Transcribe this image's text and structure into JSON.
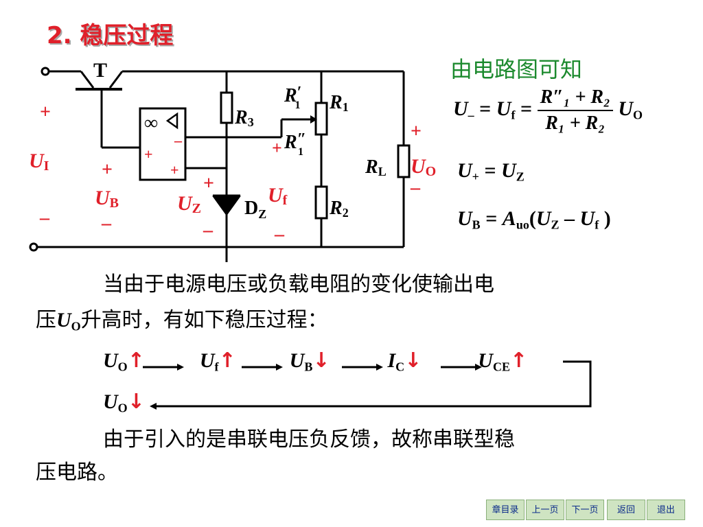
{
  "title": "2. 稳压过程",
  "circuit": {
    "transistor": "T",
    "opamp": "∞",
    "minus": "–",
    "plus": "+",
    "R3": "R",
    "R3_sub": "3",
    "R1": "R",
    "R1_sub": "1",
    "R1p": "R",
    "R1p_prime": "′",
    "R1p_sub": "1",
    "R1pp": "R",
    "R1pp_prime": "″",
    "R1pp_sub": "1",
    "RL": "R",
    "RL_sub": "L",
    "R2": "R",
    "R2_sub": "2",
    "DZ": "D",
    "DZ_sub": "Z",
    "UI": "U",
    "UI_sub": "I",
    "UB": "U",
    "UB_sub": "B",
    "UZ": "U",
    "UZ_sub": "Z",
    "Uf": "U",
    "Uf_sub": "f",
    "UO": "U",
    "UO_sub": "O"
  },
  "analysis_head": "由电路图可知",
  "equations": {
    "eq1_lhs": "U",
    "eq1_lhs_sub": "–",
    "eq1_mid": "U",
    "eq1_mid_sub": "f",
    "eq1_num": "R″₁ + R₂",
    "eq1_den": "R₁ + R₂",
    "eq1_rhs": "U",
    "eq1_rhs_sub": "O",
    "eq2_lhs": "U",
    "eq2_lhs_sub": "+",
    "eq2_rhs": "U",
    "eq2_rhs_sub": "Z",
    "eq3_lhs": "U",
    "eq3_lhs_sub": "B",
    "eq3_A": "A",
    "eq3_A_sub": "uo",
    "eq3_u1": "U",
    "eq3_u1_sub": "Z",
    "eq3_u2": "U",
    "eq3_u2_sub": "f"
  },
  "paragraph1_line1": "当由于电源电压或负载电阻的变化使输出电",
  "paragraph1_line2_pre": "压",
  "paragraph1_line2_post": "升高时，有如下稳压过程：",
  "paragraph1_U": "U",
  "paragraph1_U_sub": "O",
  "chain": [
    {
      "sym": "U",
      "sub": "O",
      "dir": "↑"
    },
    {
      "sym": "U",
      "sub": "f",
      "dir": "↑"
    },
    {
      "sym": "U",
      "sub": "B",
      "dir": "↓"
    },
    {
      "sym": "I",
      "sub": "C",
      "dir": "↓"
    },
    {
      "sym": "U",
      "sub": "CE",
      "dir": "↑"
    }
  ],
  "chain_result": {
    "sym": "U",
    "sub": "O",
    "dir": "↓"
  },
  "paragraph2_line1": "由于引入的是串联电压负反馈，故称串联型稳",
  "paragraph2_line2": "压电路。",
  "nav": {
    "chapter": "章目录",
    "prev": "上一页",
    "next": "下一页",
    "back": "返回",
    "exit": "退出"
  },
  "colors": {
    "title": "#e0202a",
    "head": "#1c8a2e",
    "accent": "#e0202a",
    "nav_bg": "#cfe4c2"
  }
}
